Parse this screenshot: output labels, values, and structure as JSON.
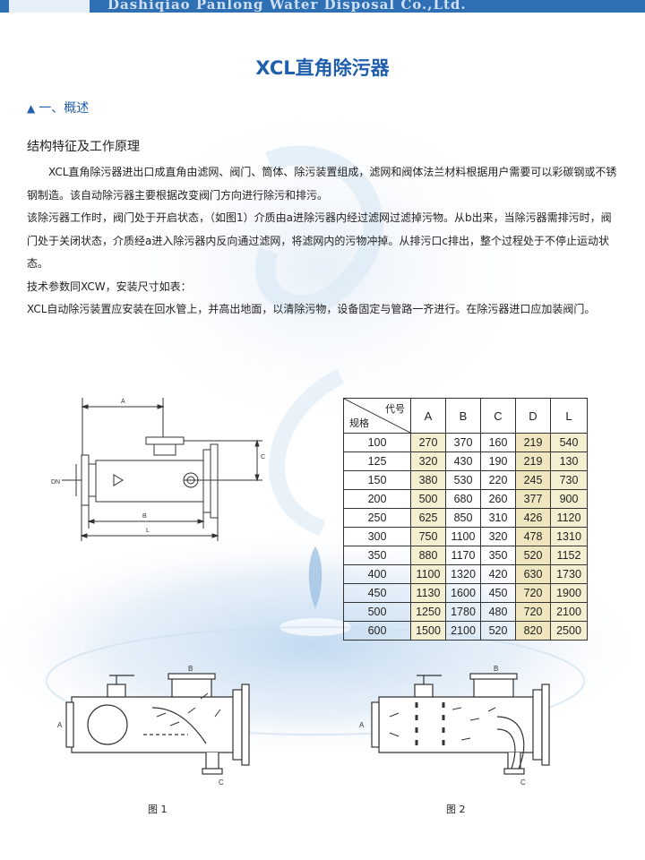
{
  "header": {
    "company": "Dashiqiao Panlong Water  Disposal Co.,Ltd."
  },
  "title": "XCL直角除污器",
  "section": {
    "marker": "▲",
    "label": "一、概述"
  },
  "subhead": "结构特征及工作原理",
  "paragraphs": [
    "XCL直角除污器进出口成直角由滤网、阀门、筒体、除污装置组成，滤网和阀体法兰材料根据用户需要可以彩碳钢或不锈钢制造。该自动除污器主要根据改变阀门方向进行除污和排污。",
    "该除污器工作时，阀门处于开启状态，（如图1）介质由a进除污器内经过滤网过滤掉污物。从b出来，当除污器需排污时，阀门处于关闭状态，介质经a进入除污器内反向通过滤网，将滤网内的污物冲掉。从排污口c排出，整个过程处于不停止运动状态。",
    "技术参数同XCW，安装尺寸如表：",
    "XCL自动除污装置应安装在回水管上，并高出地面，以清除污物，设备固定与管路一齐进行。在除污器进口应加装阀门。"
  ],
  "dimension_drawing": {
    "labels": {
      "a": "A",
      "b": "B",
      "c": "C",
      "l": "L",
      "dn": "DN"
    }
  },
  "spec_table": {
    "corner_top": "代号",
    "corner_bottom": "规格",
    "columns": [
      "A",
      "B",
      "C",
      "D",
      "L"
    ],
    "rows": [
      [
        "100",
        "270",
        "370",
        "160",
        "219",
        "540"
      ],
      [
        "125",
        "320",
        "430",
        "190",
        "219",
        "130"
      ],
      [
        "150",
        "380",
        "530",
        "220",
        "245",
        "730"
      ],
      [
        "200",
        "500",
        "680",
        "260",
        "377",
        "900"
      ],
      [
        "250",
        "625",
        "850",
        "310",
        "426",
        "1120"
      ],
      [
        "300",
        "750",
        "1100",
        "320",
        "478",
        "1310"
      ],
      [
        "350",
        "880",
        "1170",
        "350",
        "520",
        "1152"
      ],
      [
        "400",
        "1100",
        "1320",
        "420",
        "630",
        "1730"
      ],
      [
        "450",
        "1130",
        "1600",
        "450",
        "720",
        "1900"
      ],
      [
        "500",
        "1250",
        "1780",
        "480",
        "720",
        "2100"
      ],
      [
        "600",
        "1500",
        "2100",
        "520",
        "820",
        "2500"
      ]
    ]
  },
  "figures": {
    "fig1": {
      "caption": "图  1",
      "label_a": "A",
      "label_b": "B",
      "label_c": "C"
    },
    "fig2": {
      "caption": "图  2",
      "label_a": "A",
      "label_b": "B",
      "label_c": "C"
    }
  },
  "colors": {
    "brand_blue": "#1f5fae",
    "header_blue": "#2f6fb3",
    "table_shade": "#f5efd2"
  }
}
